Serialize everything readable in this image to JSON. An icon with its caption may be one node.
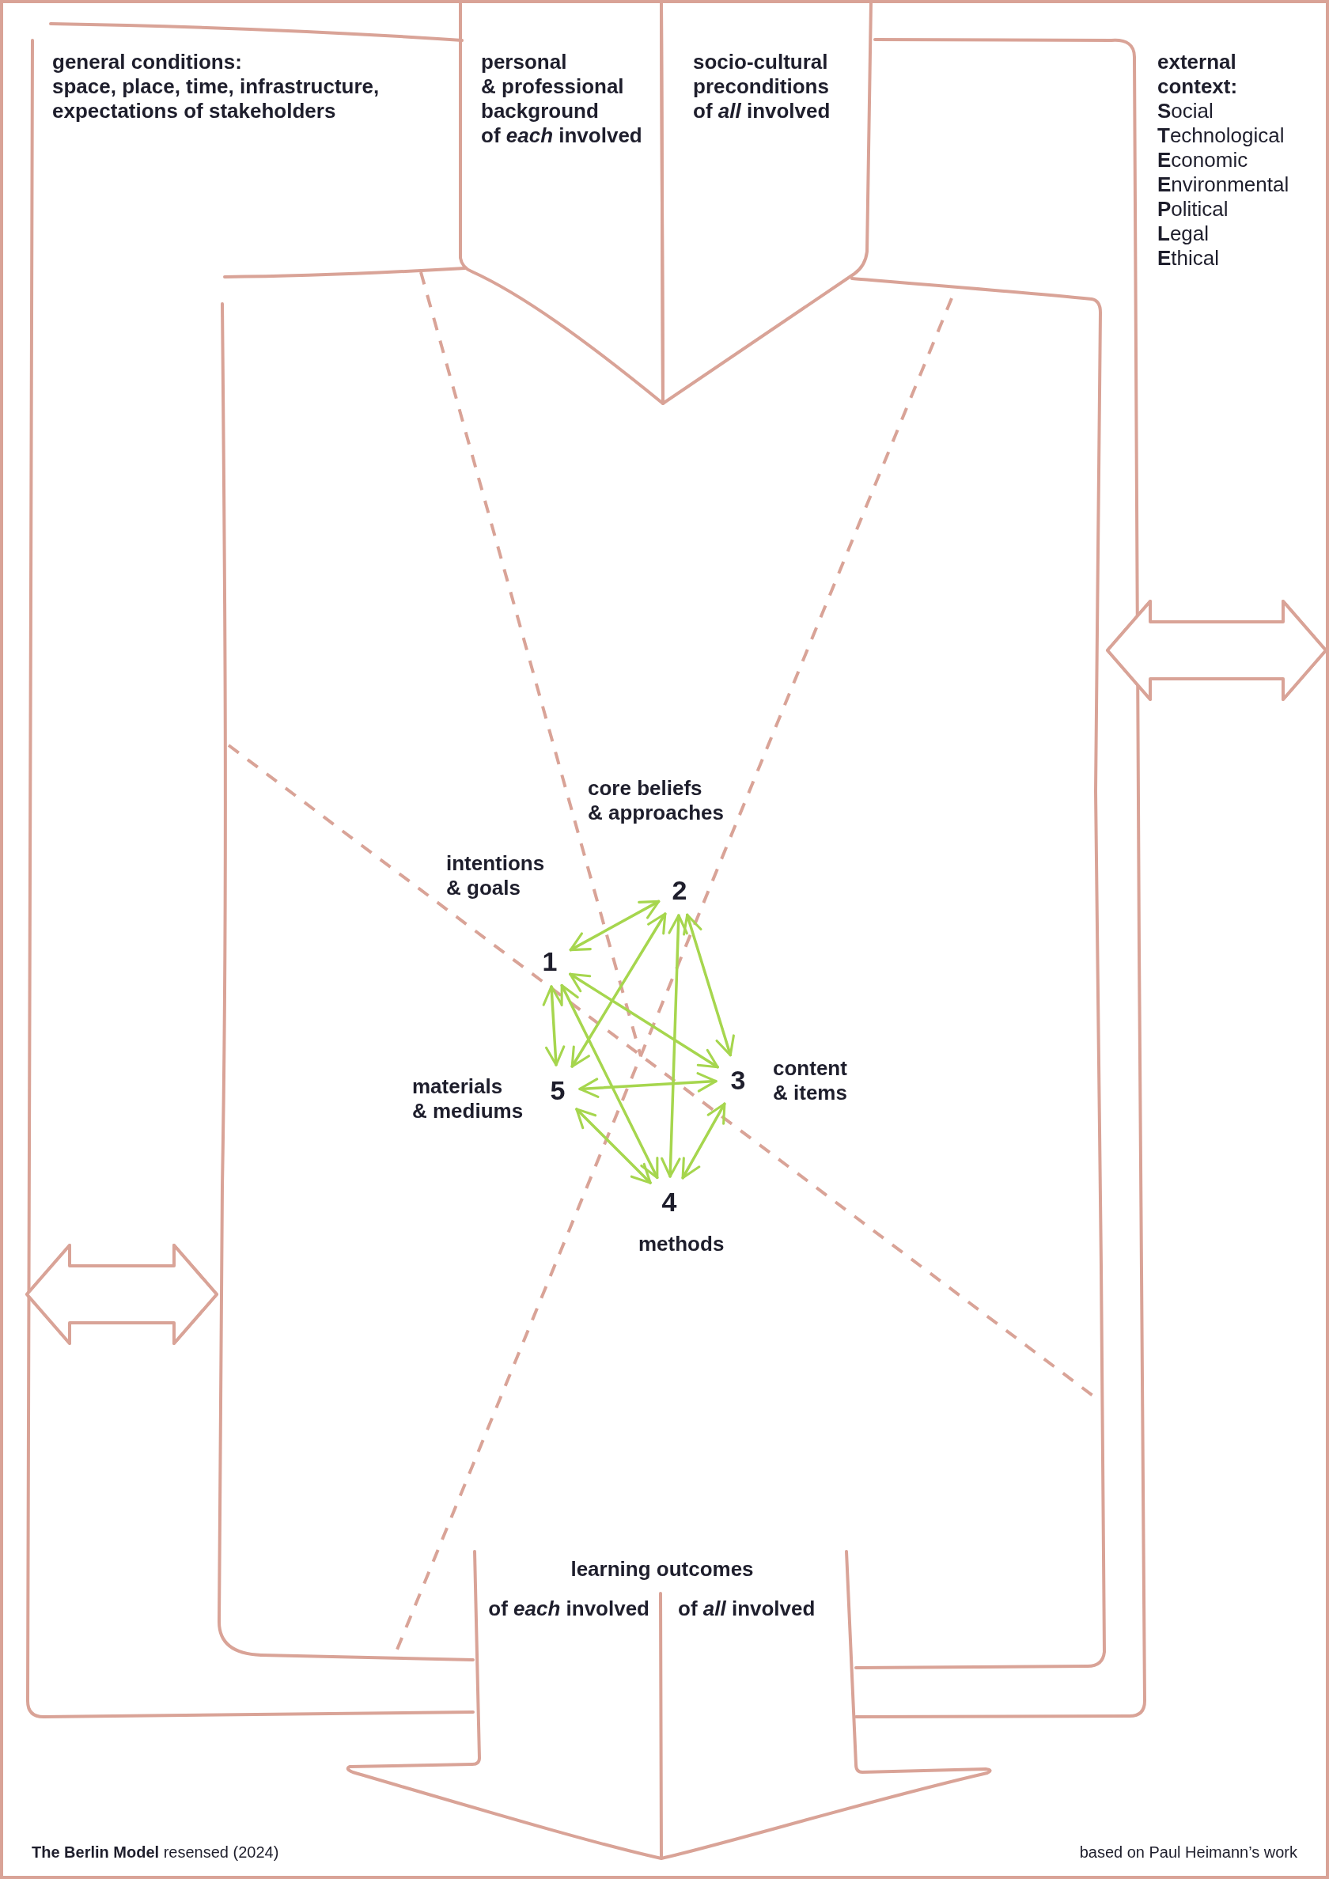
{
  "diagram": {
    "nodes": [
      {
        "text": [
          "external context:",
          "**S**ocial",
          "**T**echnological",
          "**E**conomic",
          "**E**nvironmental",
          "**P**olitical",
          "**L**egal",
          "**E**thical"
        ]
      },
      {
        "text": [
          "general conditions:",
          "space, place, time, infrastructure, expectations of stakeholders"
        ],
        "in": 0
      },
      {
        "text": [
          "personal & professional background of *each* involved"
        ],
        "in": 1
      },
      {
        "text": [
          "socio-cultural preconditions of *all* involved"
        ],
        "in": 1
      },
      {
        "text": [],
        "shape": "box",
        "in": 1
      },
      {
        "text": [
          "1"
        ],
        "beside": [
          "intentions & goals"
        ],
        "in": 4
      },
      {
        "text": [
          "2"
        ],
        "beside": [
          "core beliefs & approaches"
        ],
        "in": 4
      },
      {
        "text": [
          "3"
        ],
        "beside": [
          "content & items"
        ],
        "in": 4
      },
      {
        "text": [
          "4"
        ],
        "beside": [
          "methods"
        ],
        "in": 4
      },
      {
        "text": [
          "5"
        ],
        "beside": [
          "materials & mediums"
        ],
        "in": 4
      },
      {
        "text": [
          "learning outcomes",
          "of *each* involved",
          "of *all* involved"
        ],
        "in": 0
      }
    ],
    "edges": [
      {
        "from": 4,
        "to": 0,
        "arrow": "both",
        "color": "#d9a397"
      },
      {
        "from": 5,
        "to": 6,
        "arrow": "both"
      },
      {
        "from": 5,
        "to": 9,
        "arrow": "both"
      },
      {
        "from": 5,
        "to": 7,
        "arrow": "both"
      },
      {
        "from": 5,
        "to": 8,
        "arrow": "both"
      },
      {
        "from": 6,
        "to": 9,
        "arrow": "both"
      },
      {
        "from": 6,
        "to": 8,
        "arrow": "both"
      },
      {
        "from": 6,
        "to": 7,
        "arrow": "both"
      },
      {
        "from": 9,
        "to": 7,
        "arrow": "both"
      },
      {
        "from": 9,
        "to": 8,
        "arrow": "both"
      },
      {
        "from": 7,
        "to": 8,
        "arrow": "both"
      },
      {
        "from": 1,
        "to": 4,
        "arrow": "both",
        "color": "#d9a397"
      }
    ],
    "labels": [
      "**The Berlin Model** resensed (2024)",
      "based on Paul Heimann’s work"
    ]
  }
}
